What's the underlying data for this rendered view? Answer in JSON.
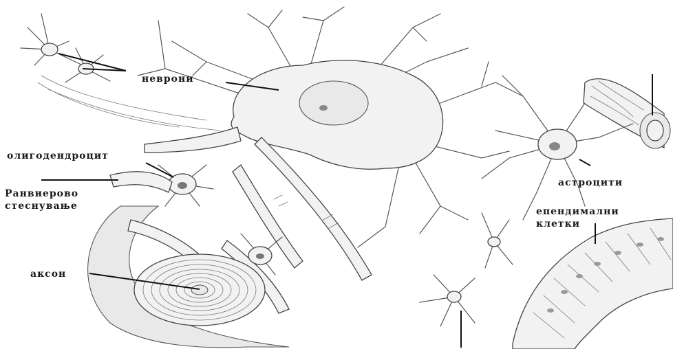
{
  "labels": {
    "neurons": "неврони",
    "oligodendrocyte": "олигодендроцит",
    "ranvier_line1": "Ранвиерово",
    "ranvier_line2": "стеснување",
    "axon": "аксон",
    "astrocytes": "астроцити",
    "ependymal_line1": "епендимални",
    "ependymal_line2": "клетки"
  },
  "colors": {
    "background": "#ffffff",
    "ink": "#1a1a1a"
  }
}
